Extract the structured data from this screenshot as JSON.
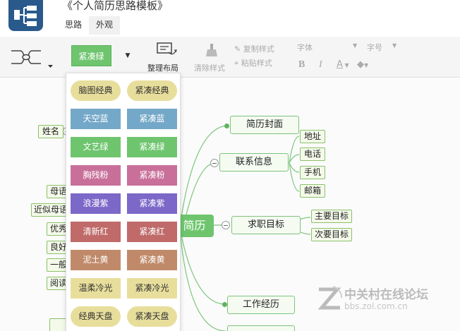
{
  "window": {
    "title": "《个人简历思路模板》"
  },
  "tabs": [
    {
      "label": "思路"
    },
    {
      "label": "外观"
    }
  ],
  "toolbar": {
    "theme_selected": "紧凑绿",
    "layout_label": "整理布局",
    "clear_label": "清除样式",
    "copy_style_label": "复制样式",
    "paste_style_label": "粘贴样式",
    "font_label": "字体",
    "size_label": "字号",
    "bold_label": "B",
    "italic_label": "I",
    "color_label": "A"
  },
  "theme_panel": {
    "items": [
      {
        "label": "脑图经典",
        "bg": "#e8de9c",
        "fg": "#333333"
      },
      {
        "label": "紧凑经典",
        "bg": "#e8de9c",
        "fg": "#333333"
      },
      {
        "label": "天空蓝",
        "bg": "#74a8c8",
        "fg": "#ffffff"
      },
      {
        "label": "紧凑蓝",
        "bg": "#74a8c8",
        "fg": "#ffffff"
      },
      {
        "label": "文艺绿",
        "bg": "#6ec56e",
        "fg": "#ffffff"
      },
      {
        "label": "紧凑绿",
        "bg": "#6ec56e",
        "fg": "#ffffff"
      },
      {
        "label": "胸残粉",
        "bg": "#c8709a",
        "fg": "#ffffff"
      },
      {
        "label": "紧凑粉",
        "bg": "#c8709a",
        "fg": "#ffffff"
      },
      {
        "label": "浪漫紫",
        "bg": "#7b68c8",
        "fg": "#ffffff"
      },
      {
        "label": "紧凑紫",
        "bg": "#7b68c8",
        "fg": "#ffffff"
      },
      {
        "label": "清新红",
        "bg": "#c06a6a",
        "fg": "#ffffff"
      },
      {
        "label": "紧凑红",
        "bg": "#c06a6a",
        "fg": "#ffffff"
      },
      {
        "label": "泥土黄",
        "bg": "#c08a6a",
        "fg": "#ffffff"
      },
      {
        "label": "紧凑黄",
        "bg": "#c08a6a",
        "fg": "#ffffff"
      },
      {
        "label": "温柔冷光",
        "bg": "#e8de9c",
        "fg": "#333333"
      },
      {
        "label": "紧凑冷光",
        "bg": "#e8de9c",
        "fg": "#333333"
      },
      {
        "label": "经典天盘",
        "bg": "#e8de9c",
        "fg": "#333333"
      },
      {
        "label": "紧凑天盘",
        "bg": "#e8de9c",
        "fg": "#333333"
      }
    ]
  },
  "mindmap": {
    "root": "简历",
    "branches": [
      {
        "label": "简历封面"
      },
      {
        "label": "联系信息",
        "children": [
          "地址",
          "电话",
          "手机",
          "邮箱"
        ]
      },
      {
        "label": "求职目标",
        "children": [
          "主要目标",
          "次要目标"
        ]
      },
      {
        "label": "工作经历"
      }
    ],
    "left_items": [
      "姓名",
      "母语",
      "近似母语",
      "优秀",
      "良好",
      "一般",
      "阅读"
    ]
  },
  "watermark": {
    "line1": "中关村在线论坛",
    "line2": "bbs.zol.com.cn"
  },
  "colors": {
    "accent": "#6ec56e",
    "toolbar_bg": "#f5f5f5",
    "logo": "#2a5a8c"
  }
}
